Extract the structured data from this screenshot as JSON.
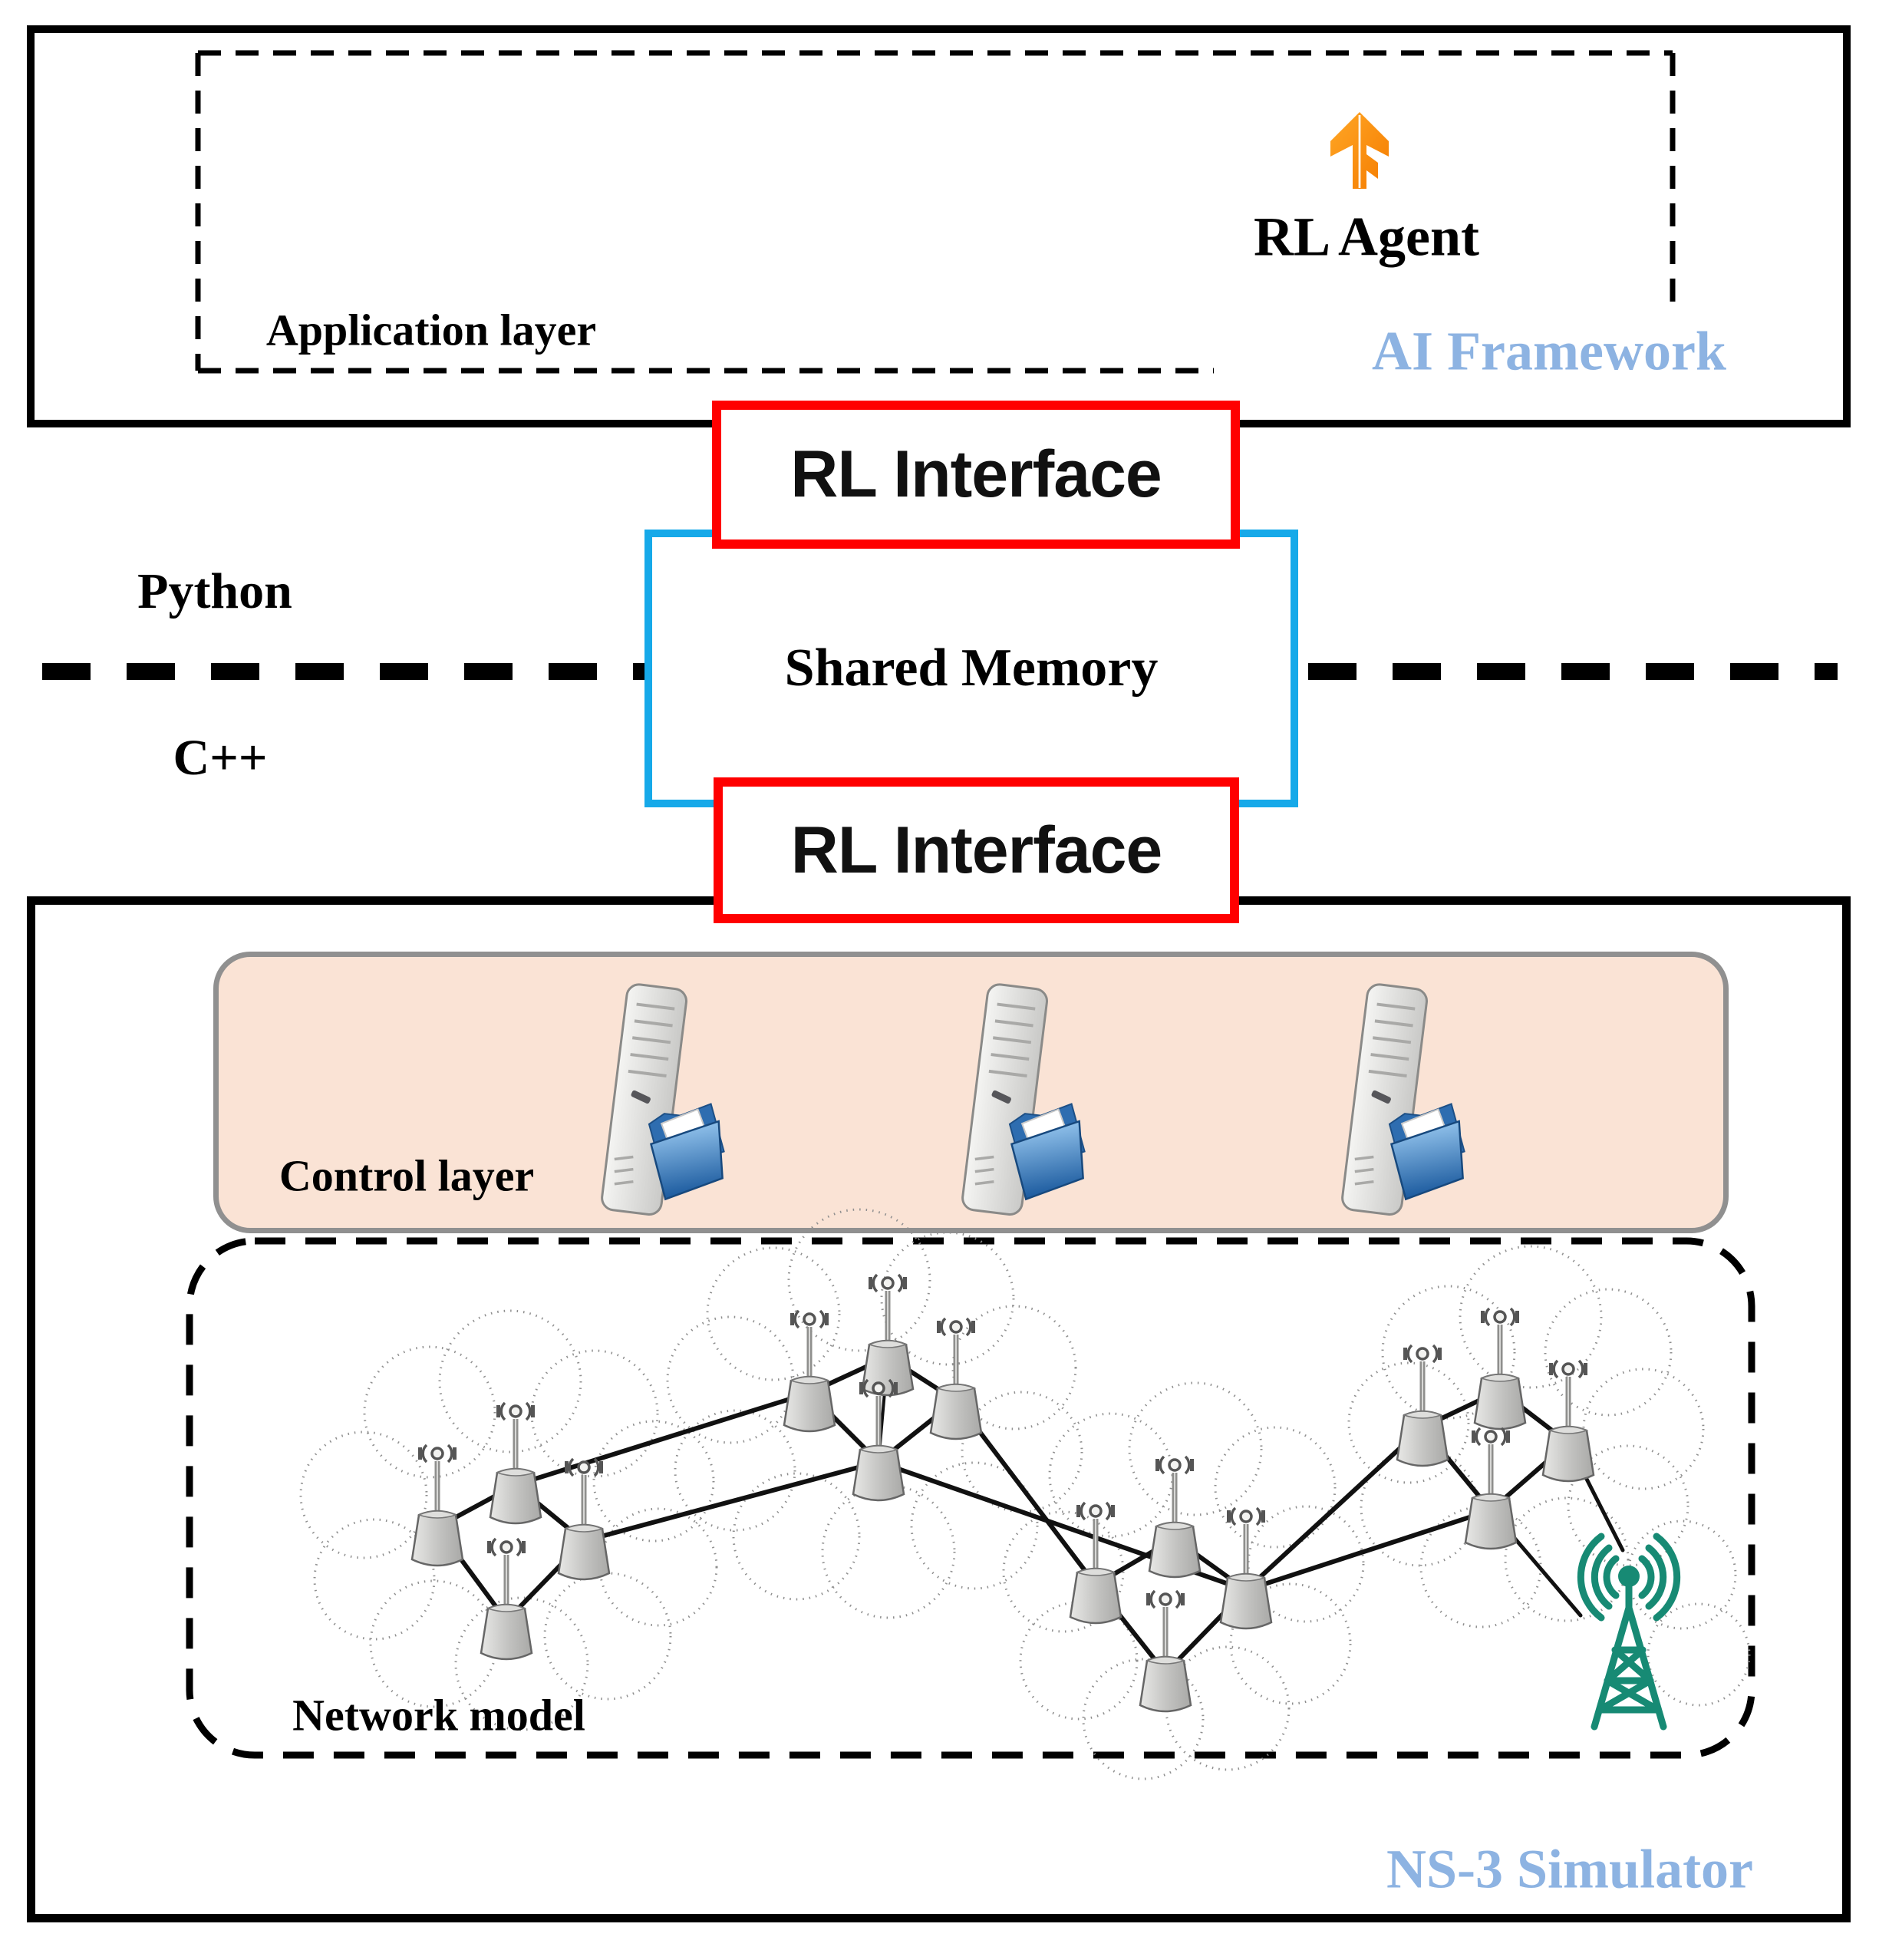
{
  "ai_framework": {
    "title": "AI Framework",
    "application_layer_label": "Application layer",
    "rl_agent_label": "RL Agent"
  },
  "bridge": {
    "rl_interface_top_label": "RL Interface",
    "rl_interface_bottom_label": "RL Interface",
    "shared_memory_label": "Shared Memory",
    "language_top_label": "Python",
    "language_bottom_label": "C++"
  },
  "ns3": {
    "title": "NS-3 Simulator",
    "control_layer_label": "Control layer",
    "network_model_label": "Network model"
  },
  "icons": {
    "tensorflow": "tensorflow-logo",
    "server": "server-tower-with-folder-icon",
    "node": "wireless-node-icon",
    "tower": "radio-tower-icon",
    "cloud": "dotted-cloud-shape"
  },
  "colors": {
    "interface_border": "#ff0000",
    "shared_memory_border": "#16a9e9",
    "framework_label_blue": "#8db3e2",
    "control_layer_fill": "#fae3d5",
    "control_layer_border": "#909090",
    "tower_green": "#178a74",
    "tensorflow_orange": "#f57c00",
    "line_black": "#000000"
  }
}
